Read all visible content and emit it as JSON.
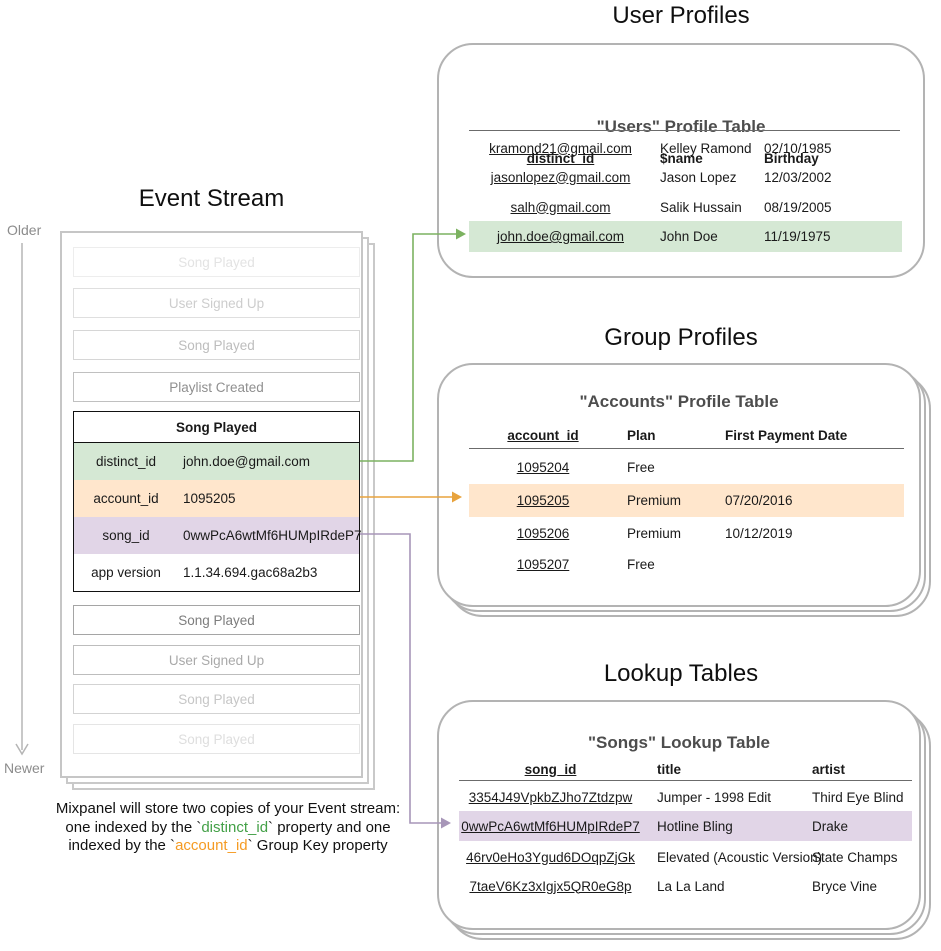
{
  "titles": {
    "event_stream": "Event Stream",
    "user_profiles": "User Profiles",
    "group_profiles": "Group Profiles",
    "lookup_tables": "Lookup Tables"
  },
  "event_stream": {
    "older_label": "Older",
    "newer_label": "Newer",
    "events_before": [
      "Song Played",
      "User Signed Up",
      "Song Played",
      "Playlist Created"
    ],
    "expanded_event": {
      "title": "Song Played",
      "properties": [
        {
          "key": "distinct_id",
          "value": "john.doe@gmail.com",
          "highlight": "green"
        },
        {
          "key": "account_id",
          "value": "1095205",
          "highlight": "orange"
        },
        {
          "key": "song_id",
          "value": "0wwPcA6wtMf6HUMpIRdeP7",
          "highlight": "purple"
        },
        {
          "key": "app version",
          "value": "1.1.34.694.gac68a2b3",
          "highlight": "none"
        }
      ]
    },
    "events_after": [
      "Song Played",
      "User Signed Up",
      "Song Played",
      "Song Played"
    ]
  },
  "users_table": {
    "table_title": "\"Users\" Profile Table",
    "columns": [
      "distinct_id",
      "$name",
      "Birthday"
    ],
    "rows": [
      [
        "kramond21@gmail.com",
        "Kelley Ramond",
        "02/10/1985"
      ],
      [
        "jasonlopez@gmail.com",
        "Jason Lopez",
        "12/03/2002"
      ],
      [
        "salh@gmail.com",
        "Salik Hussain",
        "08/19/2005"
      ],
      [
        "john.doe@gmail.com",
        "John Doe",
        "11/19/1975"
      ]
    ],
    "highlighted_row_index": 3
  },
  "accounts_table": {
    "table_title": "\"Accounts\" Profile Table",
    "columns": [
      "account_id",
      "Plan",
      "First Payment Date"
    ],
    "rows": [
      [
        "1095204",
        "Free",
        ""
      ],
      [
        "1095205",
        "Premium",
        "07/20/2016"
      ],
      [
        "1095206",
        "Premium",
        "10/12/2019"
      ],
      [
        "1095207",
        "Free",
        ""
      ]
    ],
    "highlighted_row_index": 1
  },
  "songs_table": {
    "table_title": "\"Songs\" Lookup Table",
    "columns": [
      "song_id",
      "title",
      "artist"
    ],
    "rows": [
      [
        "3354J49VpkbZJho7Ztdzpw",
        "Jumper - 1998 Edit",
        "Third Eye Blind"
      ],
      [
        "0wwPcA6wtMf6HUMpIRdeP7",
        "Hotline Bling",
        "Drake"
      ],
      [
        "46rv0eHo3Ygud6DOqpZjGk",
        "Elevated (Acoustic Version)",
        "State Champs"
      ],
      [
        "7taeV6Kz3xIgjx5QR0eG8p",
        "La La Land",
        "Bryce Vine"
      ]
    ],
    "highlighted_row_index": 1
  },
  "note": {
    "line1": "Mixpanel will store two copies of your Event stream:",
    "line2_pre": "one indexed by the `",
    "line2_key": "distinct_id",
    "line2_post": "` property and one",
    "line3_pre": "indexed by the `",
    "line3_key": "account_id",
    "line3_post": "` Group Key property"
  },
  "colors": {
    "green_highlight": "#d5e8d4",
    "orange_highlight": "#ffe6cc",
    "purple_highlight": "#e1d5e7",
    "green_arrow": "#7cb260",
    "orange_arrow": "#e8a33d",
    "purple_arrow": "#a796b8",
    "timeline_arrow": "#b5b5b5",
    "distinct_id_text": "#43a047",
    "account_id_text": "#f59b23"
  }
}
